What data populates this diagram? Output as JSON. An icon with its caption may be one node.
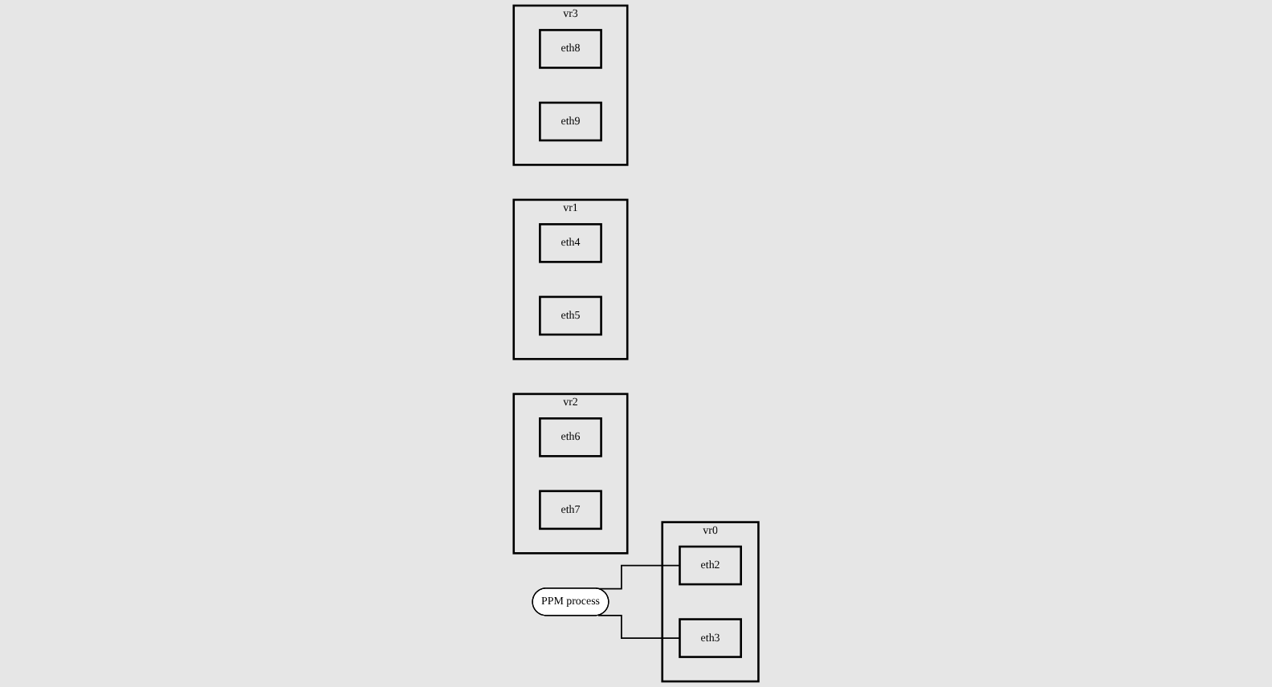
{
  "diagram": {
    "nodes": [
      {
        "text": [
          "vr0"
        ]
      },
      {
        "text": [
          "eth2"
        ],
        "in": 0
      },
      {
        "text": [
          "eth3"
        ],
        "in": 0
      },
      {
        "text": [
          "vr2"
        ]
      },
      {
        "text": [
          "eth6"
        ],
        "in": 3
      },
      {
        "text": [
          "eth7"
        ],
        "in": 3
      },
      {
        "text": [
          "PPM process"
        ]
      },
      {
        "text": [
          "vr1"
        ]
      },
      {
        "text": [
          "eth4"
        ],
        "in": 7
      },
      {
        "text": [
          "eth5"
        ],
        "in": 7
      },
      {
        "text": [
          "vr3"
        ]
      },
      {
        "text": [
          "eth8"
        ],
        "in": 10
      },
      {
        "text": [
          "eth9"
        ],
        "in": 10
      }
    ],
    "edges": [
      {
        "from": 6,
        "to": 1,
        "arrow": "none"
      },
      {
        "from": 6,
        "to": 2,
        "arrow": "none"
      }
    ]
  }
}
